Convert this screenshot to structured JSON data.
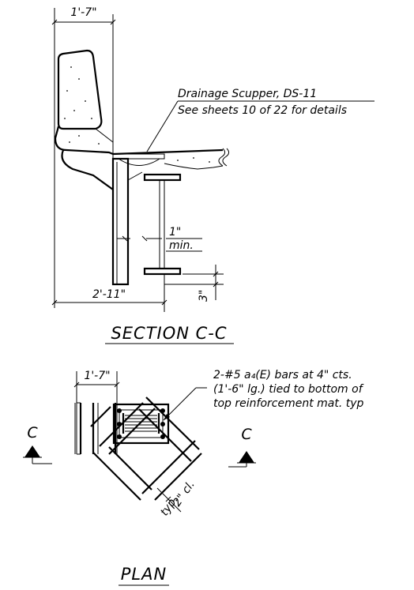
{
  "section": {
    "title": "SECTION C-C",
    "dim_top": "1'-7\"",
    "dim_bottom": "2'-11\"",
    "dim_gap_value": "1\"",
    "dim_gap_note": "min.",
    "dim_vertical": "3\"",
    "callout_line1": "Drainage Scupper, DS-11",
    "callout_line2": "See sheets 10 of 22 for details"
  },
  "plan": {
    "title": "PLAN",
    "dim_top": "1'-7\"",
    "section_mark_left": "C",
    "section_mark_right": "C",
    "note_line1": "2-#5 a₄(E) bars at 4\" cts.",
    "note_line2": "(1'-6\" lg.) tied to bottom of",
    "note_line3": "top reinforcement mat.  typ",
    "clear_dim": "2\" cl.",
    "typ": "typ."
  }
}
